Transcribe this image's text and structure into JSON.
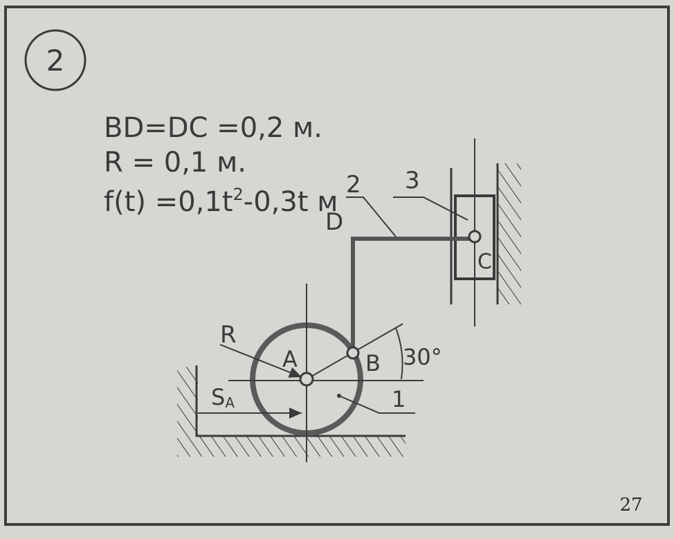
{
  "problem_number": "2",
  "given": {
    "line1": "BD=DC =0,2 м.",
    "line2": "R = 0,1 м.",
    "line3_prefix": "f(t) =0,1t",
    "line3_exponent": "2",
    "line3_suffix": "-0,3t м"
  },
  "labels": {
    "D": "D",
    "A": "A",
    "B": "B",
    "C": "C",
    "R": "R",
    "S": "S",
    "S_sub": "A",
    "angle": "30°",
    "member_1": "1",
    "member_2": "2",
    "member_3": "3"
  },
  "page_number": "27"
}
